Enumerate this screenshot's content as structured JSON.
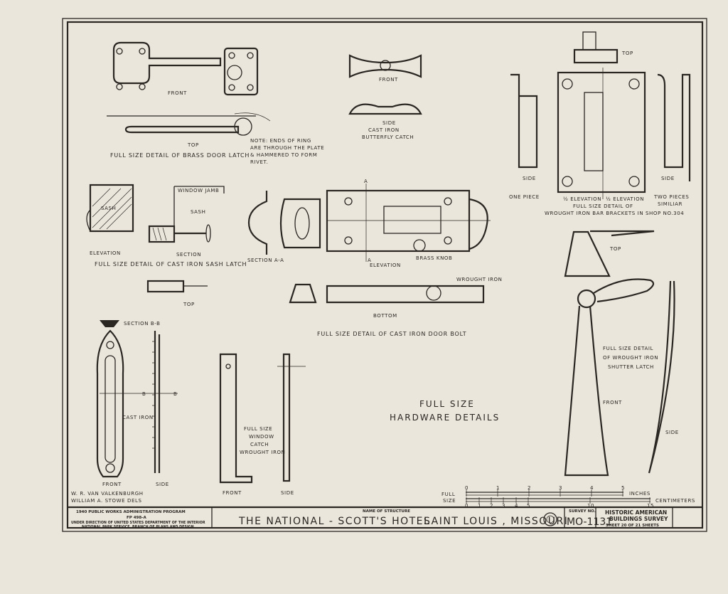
{
  "sheet_title": [
    "FULL SIZE",
    "HARDWARE DETAILS"
  ],
  "brass_latch": {
    "front": "FRONT",
    "top": "TOP",
    "caption": "FULL SIZE DETAIL OF BRASS DOOR LATCH",
    "note": [
      "NOTE: ENDS OF RING",
      "ARE THROUGH THE PLATE",
      "& HAMMERED TO FORM",
      "RIVET."
    ]
  },
  "butterfly": {
    "front": "FRONT",
    "side": "SIDE",
    "caption": [
      "CAST IRON",
      "BUTTERFLY CATCH"
    ]
  },
  "brackets": {
    "top": "TOP",
    "side_left": "SIDE",
    "side_right": "SIDE",
    "one_piece": "ONE PIECE",
    "half_elev_1": "½ ELEVATION",
    "half_elev_2": "½ ELEVATION",
    "two_pieces": [
      "TWO PIECES",
      "SIMILIAR"
    ],
    "caption": [
      "FULL SIZE DETAIL OF",
      "WROUGHT IRON BAR BRACKETS IN SHOP NO.304"
    ]
  },
  "sash_latch": {
    "sash_1": "SASH",
    "window_jamb": "WINDOW JAMB",
    "sash_2": "SASH",
    "elevation": "ELEVATION",
    "section": "SECTION",
    "caption": "FULL SIZE DETAIL OF CAST IRON SASH LATCH",
    "top": "TOP"
  },
  "door_bolt": {
    "section_aa": "SECTION A-A",
    "a_top": "A",
    "a_bottom": "A",
    "elevation": "ELEVATION",
    "brass_knob": "BRASS KNOB",
    "wrought_iron": "WROUGHT IRON",
    "bottom": "BOTTOM",
    "caption": "FULL SIZE DETAIL OF CAST IRON DOOR BOLT"
  },
  "shutter_latch": {
    "top": "TOP",
    "front": "FRONT",
    "side": "SIDE",
    "caption": [
      "FULL SIZE DETAIL",
      "OF WROUGHT IRON",
      "SHUTTER LATCH"
    ]
  },
  "cast_iron_piece": {
    "section_bb": "SECTION B-B",
    "b_left": "B",
    "b_right": "B",
    "material": "CAST IRON",
    "front": "FRONT",
    "side": "SIDE"
  },
  "window_catch": {
    "caption": [
      "FULL SIZE",
      "WINDOW",
      "CATCH",
      "WROUGHT IRON"
    ],
    "front": "FRONT",
    "side": "SIDE"
  },
  "delineators": [
    "W. R. VAN VALKENBURGH",
    "WILLIAM A. STOWE    DELS"
  ],
  "scale": {
    "label": [
      "FULL",
      "SIZE"
    ],
    "inches_unit": "INCHES",
    "cm_unit": "CENTIMETERS",
    "inch_ticks": [
      "0",
      "1",
      "2",
      "3",
      "4",
      "5"
    ],
    "cm_ticks": [
      "0",
      "1",
      "2",
      "3",
      "4",
      "5",
      "10",
      "15"
    ]
  },
  "title_block": {
    "program": "1940 PUBLIC WORKS ADMINISTRATION PROGRAM",
    "project": "FP  498-A",
    "direction": [
      "UNDER DIRECTION OF UNITED STATES DEPARTMENT OF THE INTERIOR",
      "NATIONAL PARK SERVICE, BRANCH OF PLANS AND DESIGN"
    ],
    "name_label": "NAME OF STRUCTURE",
    "structure_name": "THE  NATIONAL - SCOTT'S  HOTEL",
    "location": "SAINT LOUIS , MISSOURI",
    "survey_label": "SURVEY NO.",
    "survey_no": "MO-1131",
    "agency": [
      "HISTORIC AMERICAN",
      "BUILDINGS SURVEY"
    ],
    "sheet": "SHEET 20  OF 21  SHEETS"
  }
}
